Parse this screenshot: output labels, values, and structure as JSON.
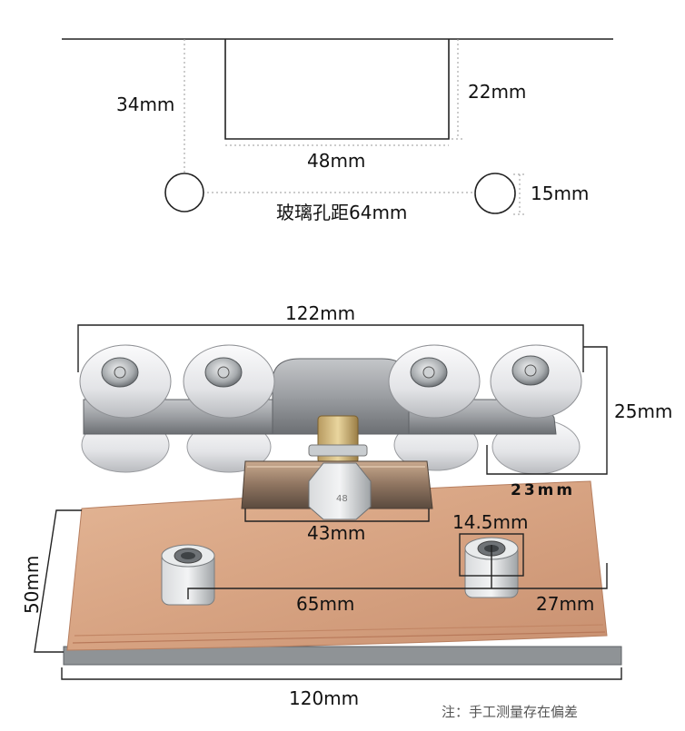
{
  "schematic": {
    "height_label": "34mm",
    "slot_depth_label": "22mm",
    "slot_width_label": "48mm",
    "hole_diameter_label": "15mm",
    "hole_spacing_label": "玻璃孔距64mm"
  },
  "product": {
    "overall_length_label": "122mm",
    "wheel_assembly_height_label": "25mm",
    "wheel_width_label": "23mm",
    "clamp_length_label": "43mm",
    "nut_diameter_label": "14.5mm",
    "plate_height_label": "50mm",
    "nut_spacing_label": "65mm",
    "nut_offset_label": "27mm",
    "plate_length_label": "120mm"
  },
  "footnote": "注：手工测量存在偏差",
  "colors": {
    "line": "#222222",
    "dashed": "#9a9a9a",
    "wheel": "#e8e8ea",
    "frame": "#9c9ea2",
    "pad": "#d9a98a",
    "steel": "#9ea3a6"
  }
}
